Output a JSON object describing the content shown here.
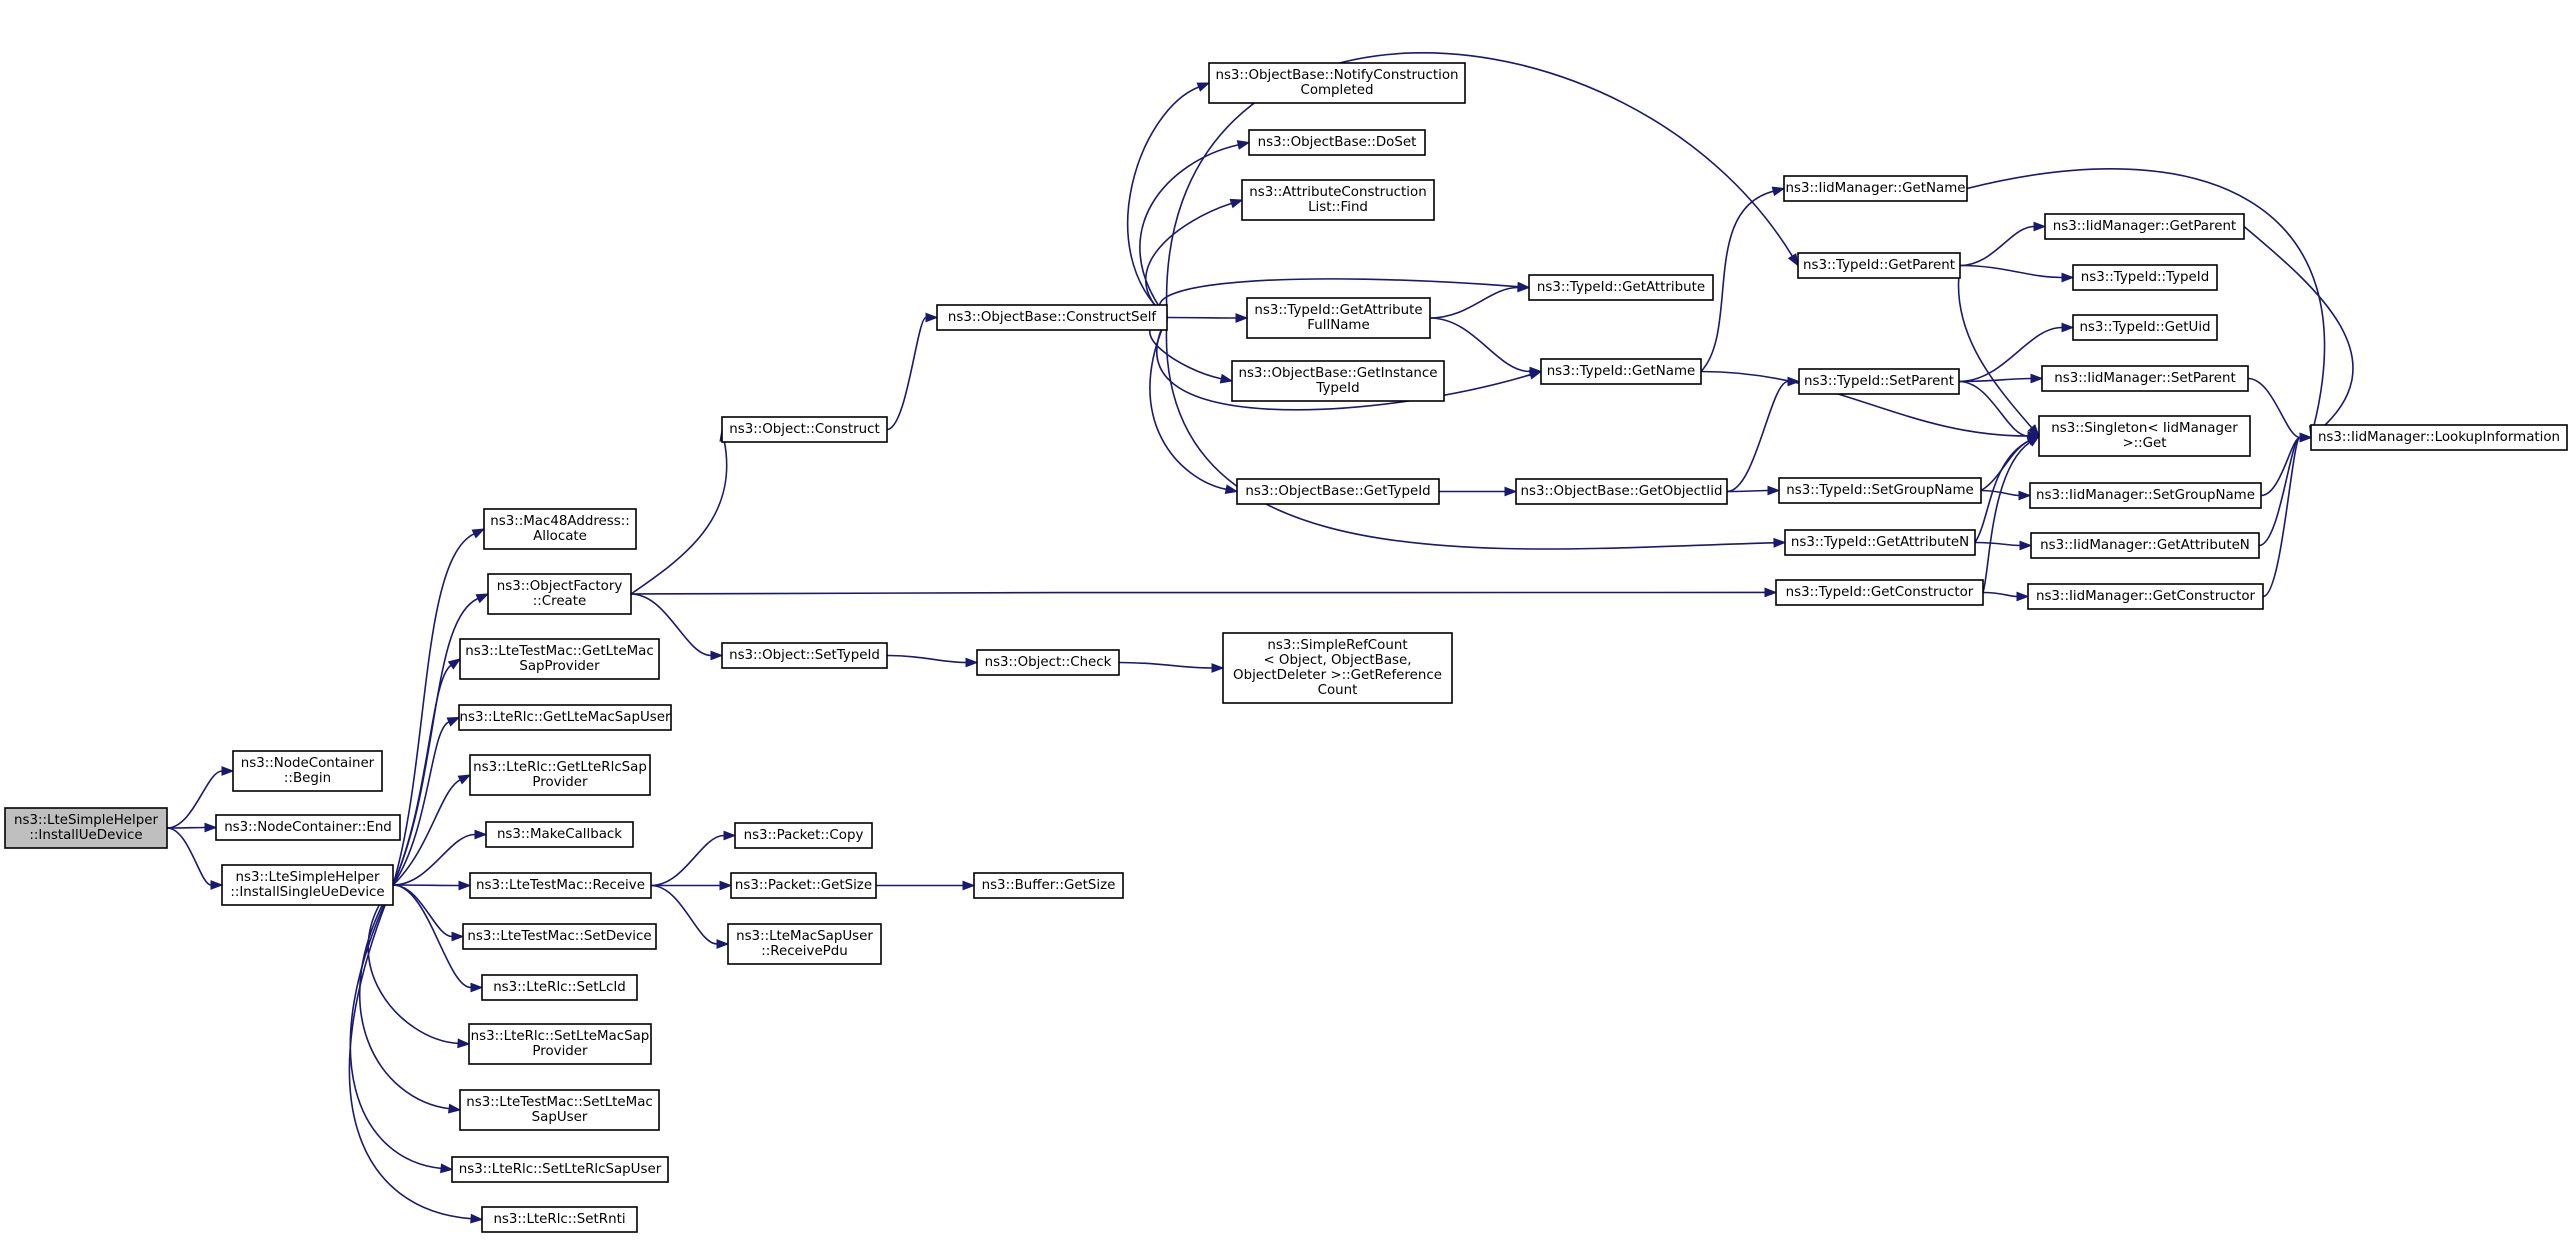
{
  "graph": {
    "root": "installue",
    "nodes": [
      {
        "id": "installue",
        "lines": [
          "ns3::LteSimpleHelper",
          "::InstallUeDevice"
        ],
        "root": true
      },
      {
        "id": "nc_begin",
        "lines": [
          "ns3::NodeContainer",
          "::Begin"
        ]
      },
      {
        "id": "nc_end",
        "lines": [
          "ns3::NodeContainer::End"
        ]
      },
      {
        "id": "installsingle",
        "lines": [
          "ns3::LteSimpleHelper",
          "::InstallSingleUeDevice"
        ]
      },
      {
        "id": "mac48",
        "lines": [
          "ns3::Mac48Address::",
          "Allocate"
        ]
      },
      {
        "id": "of_create",
        "lines": [
          "ns3::ObjectFactory",
          "::Create"
        ]
      },
      {
        "id": "getltemacsapprov",
        "lines": [
          "ns3::LteTestMac::GetLteMac",
          "SapProvider"
        ]
      },
      {
        "id": "getltemacsapuser",
        "lines": [
          "ns3::LteRlc::GetLteMacSapUser"
        ]
      },
      {
        "id": "getlterlcsapprov",
        "lines": [
          "ns3::LteRlc::GetLteRlcSap",
          "Provider"
        ]
      },
      {
        "id": "makecallback",
        "lines": [
          "ns3::MakeCallback"
        ]
      },
      {
        "id": "receive",
        "lines": [
          "ns3::LteTestMac::Receive"
        ]
      },
      {
        "id": "setdevice",
        "lines": [
          "ns3::LteTestMac::SetDevice"
        ]
      },
      {
        "id": "setlcid",
        "lines": [
          "ns3::LteRlc::SetLcId"
        ]
      },
      {
        "id": "setltemacsapprov",
        "lines": [
          "ns3::LteRlc::SetLteMacSap",
          "Provider"
        ]
      },
      {
        "id": "setltemacsapuser",
        "lines": [
          "ns3::LteTestMac::SetLteMac",
          "SapUser"
        ]
      },
      {
        "id": "setlterlcsapuser",
        "lines": [
          "ns3::LteRlc::SetLteRlcSapUser"
        ]
      },
      {
        "id": "setrnti",
        "lines": [
          "ns3::LteRlc::SetRnti"
        ]
      },
      {
        "id": "obj_construct",
        "lines": [
          "ns3::Object::Construct"
        ]
      },
      {
        "id": "obj_settypeid",
        "lines": [
          "ns3::Object::SetTypeId"
        ]
      },
      {
        "id": "pkt_copy",
        "lines": [
          "ns3::Packet::Copy"
        ]
      },
      {
        "id": "pkt_getsize",
        "lines": [
          "ns3::Packet::GetSize"
        ]
      },
      {
        "id": "receivepdu",
        "lines": [
          "ns3::LteMacSapUser",
          "::ReceivePdu"
        ]
      },
      {
        "id": "constructself",
        "lines": [
          "ns3::ObjectBase::ConstructSelf"
        ]
      },
      {
        "id": "obj_check",
        "lines": [
          "ns3::Object::Check"
        ]
      },
      {
        "id": "buf_getsize",
        "lines": [
          "ns3::Buffer::GetSize"
        ]
      },
      {
        "id": "notifyconstruction",
        "lines": [
          "ns3::ObjectBase::NotifyConstruction",
          "Completed"
        ]
      },
      {
        "id": "doset",
        "lines": [
          "ns3::ObjectBase::DoSet"
        ]
      },
      {
        "id": "attrconstructionlist",
        "lines": [
          "ns3::AttributeConstruction",
          "List::Find"
        ]
      },
      {
        "id": "getattrfullname",
        "lines": [
          "ns3::TypeId::GetAttribute",
          "FullName"
        ]
      },
      {
        "id": "getinstancetypeid",
        "lines": [
          "ns3::ObjectBase::GetInstance",
          "TypeId"
        ]
      },
      {
        "id": "ob_gettypeid",
        "lines": [
          "ns3::ObjectBase::GetTypeId"
        ]
      },
      {
        "id": "simplerefcount",
        "lines": [
          "ns3::SimpleRefCount",
          "< Object, ObjectBase,",
          "ObjectDeleter >::GetReference",
          "Count"
        ]
      },
      {
        "id": "tid_getattribute",
        "lines": [
          "ns3::TypeId::GetAttribute"
        ]
      },
      {
        "id": "tid_getname",
        "lines": [
          "ns3::TypeId::GetName"
        ]
      },
      {
        "id": "ob_getobjectiid",
        "lines": [
          "ns3::ObjectBase::GetObjectIid"
        ]
      },
      {
        "id": "iid_getname",
        "lines": [
          "ns3::IidManager::GetName"
        ]
      },
      {
        "id": "tid_getparent",
        "lines": [
          "ns3::TypeId::GetParent"
        ]
      },
      {
        "id": "tid_setparent",
        "lines": [
          "ns3::TypeId::SetParent"
        ]
      },
      {
        "id": "tid_setgroupname",
        "lines": [
          "ns3::TypeId::SetGroupName"
        ]
      },
      {
        "id": "tid_getattributen",
        "lines": [
          "ns3::TypeId::GetAttributeN"
        ]
      },
      {
        "id": "tid_getconstructor",
        "lines": [
          "ns3::TypeId::GetConstructor"
        ]
      },
      {
        "id": "iid_getparent",
        "lines": [
          "ns3::IidManager::GetParent"
        ]
      },
      {
        "id": "tid_typeid",
        "lines": [
          "ns3::TypeId::TypeId"
        ]
      },
      {
        "id": "tid_getuid",
        "lines": [
          "ns3::TypeId::GetUid"
        ]
      },
      {
        "id": "iid_setparent",
        "lines": [
          "ns3::IidManager::SetParent"
        ]
      },
      {
        "id": "singleton_get",
        "lines": [
          "ns3::Singleton< IidManager",
          " >::Get"
        ]
      },
      {
        "id": "iid_setgroupname",
        "lines": [
          "ns3::IidManager::SetGroupName"
        ]
      },
      {
        "id": "iid_getattributen",
        "lines": [
          "ns3::IidManager::GetAttributeN"
        ]
      },
      {
        "id": "iid_getconstructor",
        "lines": [
          "ns3::IidManager::GetConstructor"
        ]
      },
      {
        "id": "iid_lookupinfo",
        "lines": [
          "ns3::IidManager::LookupInformation"
        ]
      }
    ],
    "edges": [
      [
        "installue",
        "nc_begin"
      ],
      [
        "installue",
        "nc_end"
      ],
      [
        "installue",
        "installsingle"
      ],
      [
        "installsingle",
        "mac48"
      ],
      [
        "installsingle",
        "of_create"
      ],
      [
        "installsingle",
        "getltemacsapprov"
      ],
      [
        "installsingle",
        "getltemacsapuser"
      ],
      [
        "installsingle",
        "getlterlcsapprov"
      ],
      [
        "installsingle",
        "makecallback"
      ],
      [
        "installsingle",
        "receive"
      ],
      [
        "installsingle",
        "setdevice"
      ],
      [
        "installsingle",
        "setlcid"
      ],
      [
        "installsingle",
        "setltemacsapprov"
      ],
      [
        "installsingle",
        "setltemacsapuser"
      ],
      [
        "installsingle",
        "setlterlcsapuser"
      ],
      [
        "installsingle",
        "setrnti"
      ],
      [
        "of_create",
        "obj_construct"
      ],
      [
        "of_create",
        "obj_settypeid"
      ],
      [
        "of_create",
        "tid_getconstructor"
      ],
      [
        "receive",
        "pkt_copy"
      ],
      [
        "receive",
        "pkt_getsize"
      ],
      [
        "receive",
        "receivepdu"
      ],
      [
        "pkt_getsize",
        "buf_getsize"
      ],
      [
        "obj_construct",
        "constructself"
      ],
      [
        "obj_settypeid",
        "obj_check"
      ],
      [
        "obj_check",
        "simplerefcount"
      ],
      [
        "constructself",
        "notifyconstruction"
      ],
      [
        "constructself",
        "doset"
      ],
      [
        "constructself",
        "attrconstructionlist"
      ],
      [
        "constructself",
        "tid_getattribute"
      ],
      [
        "constructself",
        "getattrfullname"
      ],
      [
        "constructself",
        "getinstancetypeid"
      ],
      [
        "constructself",
        "tid_getname"
      ],
      [
        "constructself",
        "ob_gettypeid"
      ],
      [
        "constructself",
        "tid_getparent"
      ],
      [
        "constructself",
        "tid_getattributen"
      ],
      [
        "getattrfullname",
        "tid_getattribute"
      ],
      [
        "getattrfullname",
        "tid_getname"
      ],
      [
        "tid_getname",
        "iid_getname"
      ],
      [
        "tid_getname",
        "singleton_get"
      ],
      [
        "ob_gettypeid",
        "ob_getobjectiid"
      ],
      [
        "ob_getobjectiid",
        "tid_setparent"
      ],
      [
        "ob_getobjectiid",
        "tid_setgroupname"
      ],
      [
        "iid_getname",
        "iid_lookupinfo"
      ],
      [
        "tid_getparent",
        "iid_getparent"
      ],
      [
        "tid_getparent",
        "tid_typeid"
      ],
      [
        "tid_getparent",
        "singleton_get"
      ],
      [
        "tid_setparent",
        "tid_getuid"
      ],
      [
        "tid_setparent",
        "iid_setparent"
      ],
      [
        "tid_setparent",
        "singleton_get"
      ],
      [
        "tid_setgroupname",
        "singleton_get"
      ],
      [
        "tid_setgroupname",
        "iid_setgroupname"
      ],
      [
        "tid_getattributen",
        "singleton_get"
      ],
      [
        "tid_getattributen",
        "iid_getattributen"
      ],
      [
        "tid_getconstructor",
        "singleton_get"
      ],
      [
        "tid_getconstructor",
        "iid_getconstructor"
      ],
      [
        "iid_getparent",
        "iid_lookupinfo"
      ],
      [
        "iid_setparent",
        "iid_lookupinfo"
      ],
      [
        "iid_setgroupname",
        "iid_lookupinfo"
      ],
      [
        "iid_getattributen",
        "iid_lookupinfo"
      ],
      [
        "iid_getconstructor",
        "iid_lookupinfo"
      ]
    ]
  }
}
